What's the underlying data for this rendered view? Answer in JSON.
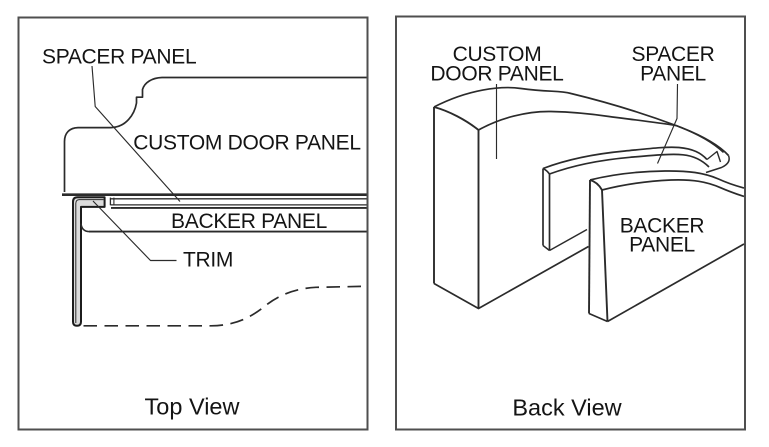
{
  "diagram": {
    "top_view": {
      "caption": "Top View",
      "labels": {
        "spacer_panel": "SPACER PANEL",
        "custom_door_panel": "CUSTOM DOOR PANEL",
        "backer_panel": "BACKER PANEL",
        "trim": "TRIM"
      }
    },
    "back_view": {
      "caption": "Back View",
      "labels": {
        "custom_door_panel_line1": "CUSTOM",
        "custom_door_panel_line2": "DOOR PANEL",
        "spacer_panel_line1": "SPACER",
        "spacer_panel_line2": "PANEL",
        "backer_panel_line1": "BACKER",
        "backer_panel_line2": "PANEL"
      }
    },
    "colors": {
      "line": "#2b2b2b",
      "frame": "#4f4f4f",
      "text": "#141414",
      "trim_fill": "#dcdcdc",
      "background": "#ffffff"
    }
  }
}
